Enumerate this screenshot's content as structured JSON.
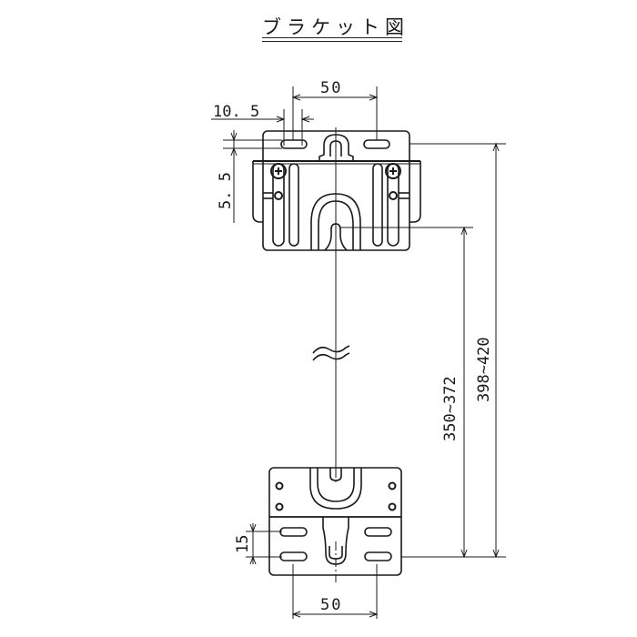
{
  "title": "ブラケット図",
  "colors": {
    "line": "#1a1a1a",
    "background": "#ffffff"
  },
  "dimensions": {
    "top_hole_spacing": "50",
    "top_hole_width": "10. 5",
    "top_hole_height": "5. 5",
    "inner_span": "350~372",
    "outer_span": "398~420",
    "bottom_hole_pitch_vertical": "15",
    "bottom_hole_spacing": "50"
  },
  "symbols": {
    "break_mark": "≈"
  }
}
